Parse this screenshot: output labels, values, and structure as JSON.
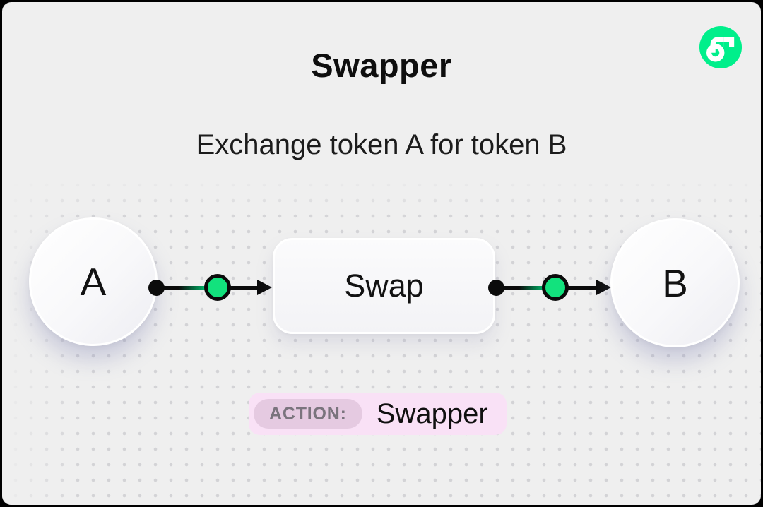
{
  "page": {
    "background_color": "#EFEFEF",
    "frame_color": "#000000"
  },
  "logo": {
    "name": "flow-logo",
    "brand_color": "#00EF8B"
  },
  "header": {
    "title": "Swapper",
    "subtitle": "Exchange token A for token B"
  },
  "diagram": {
    "node_a": {
      "label": "A"
    },
    "swap_box": {
      "label": "Swap"
    },
    "node_b": {
      "label": "B"
    },
    "edge_node_color": "#12E27D",
    "edge_color": "#0B0B0B"
  },
  "action_badge": {
    "label": "ACTION:",
    "value": "Swapper",
    "badge_bg": "#F9E1F6",
    "chip_bg": "#E5CAE1"
  }
}
